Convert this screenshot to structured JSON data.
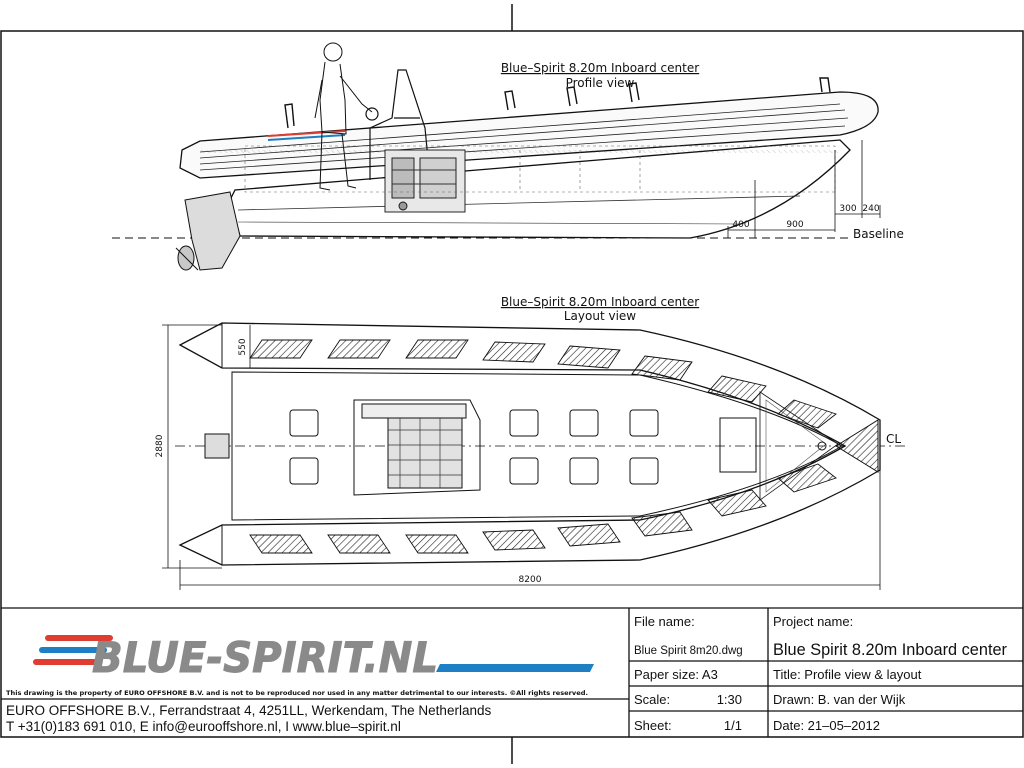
{
  "profile_view": {
    "title": "Blue–Spirit 8.20m Inboard center",
    "subtitle": "Profile view",
    "dimensions": [
      "400",
      "900",
      "300",
      "240"
    ],
    "baseline_label": "Baseline"
  },
  "layout_view": {
    "title": "Blue–Spirit 8.20m Inboard center",
    "subtitle": "Layout view",
    "width_dim": "2880",
    "tube_dim": "550",
    "length_dim": "8200",
    "centerline_label": "CL"
  },
  "brand": {
    "logo_text": "BLUE-SPIRIT.NL",
    "disclaimer": "This drawing is the property of EURO OFFSHORE B.V. and is not to be reproduced nor used in any matter detrimental to our interests. ©All rights reserved.",
    "address": "EURO OFFSHORE B.V., Ferrandstraat 4, 4251LL, Werkendam, The Netherlands",
    "contact": "T +31(0)183 691 010, E info@eurooffshore.nl, I www.blue–spirit.nl",
    "colors": {
      "red": "#e03c31",
      "blue": "#1e7fc4",
      "grey": "#8a8a8a"
    }
  },
  "title_block": {
    "file_name_label": "File name:",
    "file_name_value": "Blue Spirit 8m20.dwg",
    "paper_size": "Paper size: A3",
    "scale_label": "Scale:",
    "scale_value": "1:30",
    "sheet_label": "Sheet:",
    "sheet_value": "1/1",
    "project_label": "Project name:",
    "project_value": "Blue Spirit 8.20m Inboard center",
    "title": "Title:   Profile view & layout",
    "drawn": "Drawn: B. van der Wijk",
    "date": "Date:  21–05–2012"
  }
}
